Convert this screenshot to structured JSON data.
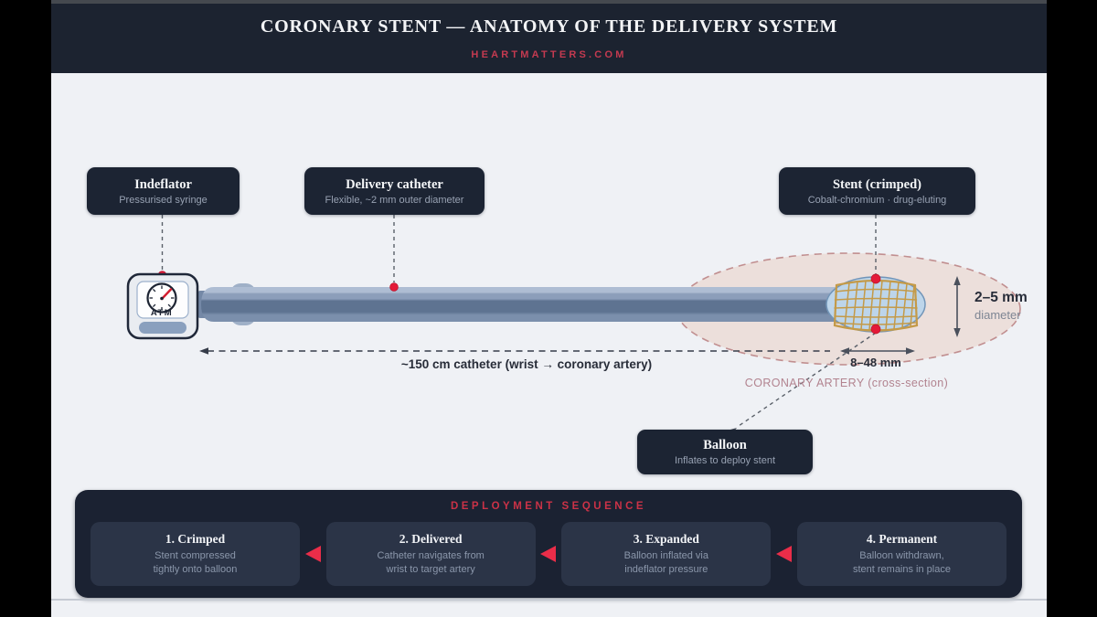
{
  "header": {
    "title": "CORONARY STENT — ANATOMY OF THE DELIVERY SYSTEM",
    "site": "HEARTMATTERS.COM"
  },
  "labels": {
    "indeflator": {
      "title": "Indeflator",
      "subtitle": "Pressurised syringe"
    },
    "catheter": {
      "title": "Delivery catheter",
      "subtitle": "Flexible, ~2 mm outer diameter"
    },
    "stent": {
      "title": "Stent (crimped)",
      "subtitle": "Cobalt-chromium · drug-eluting"
    },
    "balloon": {
      "title": "Balloon",
      "subtitle": "Inflates to deploy stent"
    }
  },
  "annotations": {
    "length": "~150 cm catheter (wrist → coronary artery)",
    "stent_length": "8–48 mm",
    "artery_diameter": "2–5 mm",
    "artery_diameter_sub": "diameter",
    "artery_caption": "CORONARY ARTERY (cross-section)",
    "gauge_unit": "ATM"
  },
  "sequence": {
    "title": "DEPLOYMENT SEQUENCE",
    "steps": [
      {
        "title": "1. Crimped",
        "line1": "Stent compressed",
        "line2": "tightly onto balloon"
      },
      {
        "title": "2. Delivered",
        "line1": "Catheter navigates from",
        "line2": "wrist to target artery"
      },
      {
        "title": "3. Expanded",
        "line1": "Balloon inflated via",
        "line2": "indeflator pressure"
      },
      {
        "title": "4. Permanent",
        "line1": "Balloon withdrawn,",
        "line2": "stent remains in place"
      }
    ]
  },
  "colors": {
    "header_bg": "#1c2330",
    "panel_bg": "#1b2232",
    "card_bg": "#2b3447",
    "accent_red": "#cb3247",
    "arrow_red": "#ea2d49",
    "marker_red": "#e41a38",
    "stent_gold": "#c49a48",
    "balloon_blue": "#bdd5ea",
    "artery_fill": "#ecdfdb",
    "artery_stroke": "#c18f90",
    "page_bg": "#eff1f5"
  }
}
